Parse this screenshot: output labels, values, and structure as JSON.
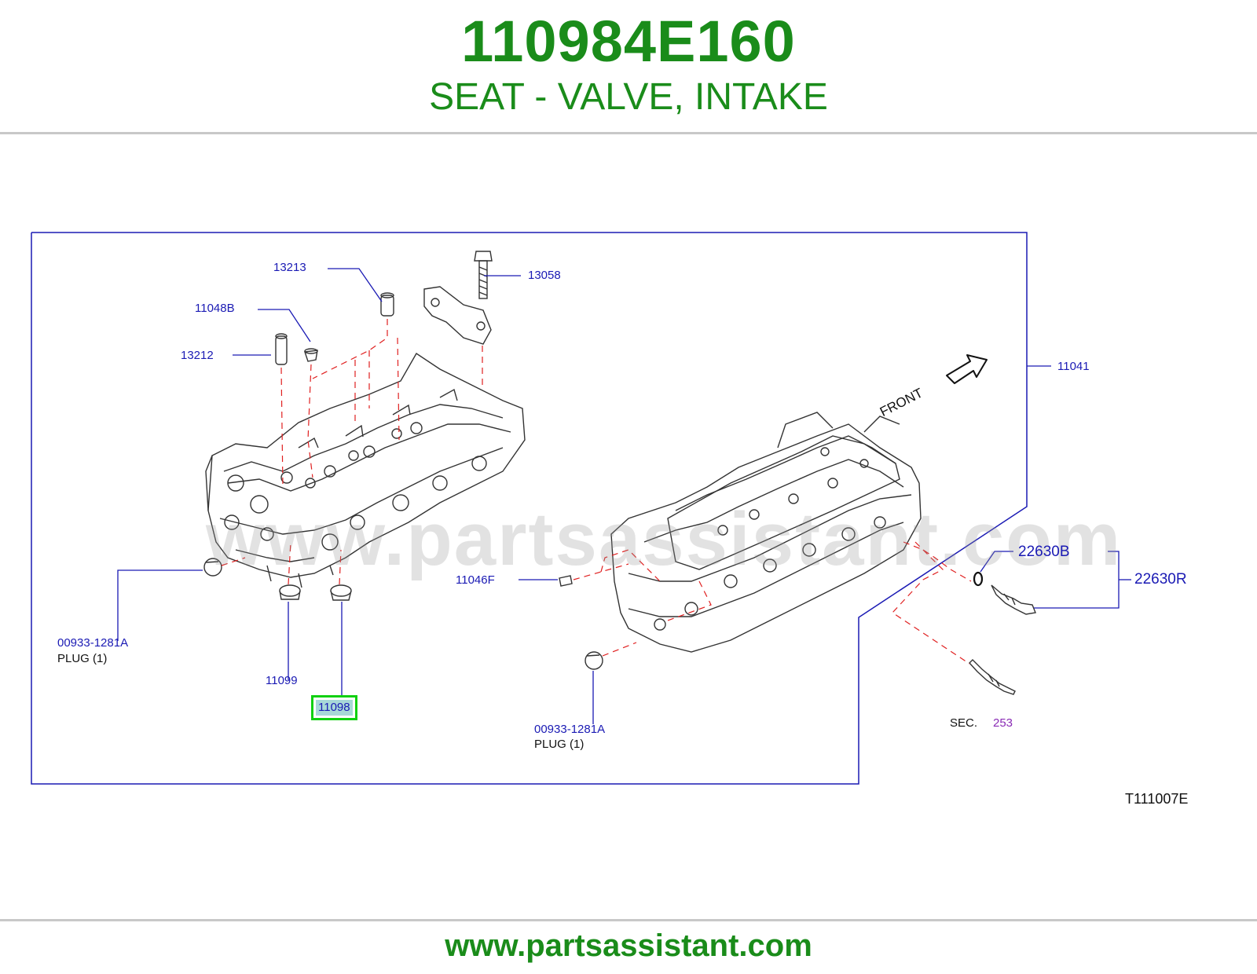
{
  "header": {
    "part_number": "110984E160",
    "part_name": "SEAT - VALVE, INTAKE"
  },
  "diagram": {
    "watermark": "www.partsassistant.com",
    "front_label": "FRONT",
    "figure_code": "T111007E",
    "labels": {
      "p13213": "13213",
      "p13058": "13058",
      "p11048b": "11048B",
      "p13212": "13212",
      "p11041": "11041",
      "p11046f": "11046F",
      "p22630b": "22630B",
      "p22630r": "22630R",
      "plug_left_number": "00933-1281A",
      "plug_left_desc": "PLUG   (1)",
      "p11099": "11099",
      "p11098_selected": "11098",
      "plug_right_number": "00933-1281A",
      "plug_right_desc": "PLUG   (1)",
      "sec_prefix": "SEC.",
      "sec_number": "253"
    },
    "colors": {
      "label_text": "#1a1ab4",
      "leader_line": "#1a1ab4",
      "dashed_line": "#e02020",
      "highlight_border": "#10d010",
      "highlight_fill": "#a8d8d8",
      "section_link": "#8a2bb5"
    }
  },
  "footer": {
    "url": "www.partsassistant.com"
  },
  "theme": {
    "brand_green": "#1a8c1a",
    "rule_gray": "#c8c8c8"
  }
}
